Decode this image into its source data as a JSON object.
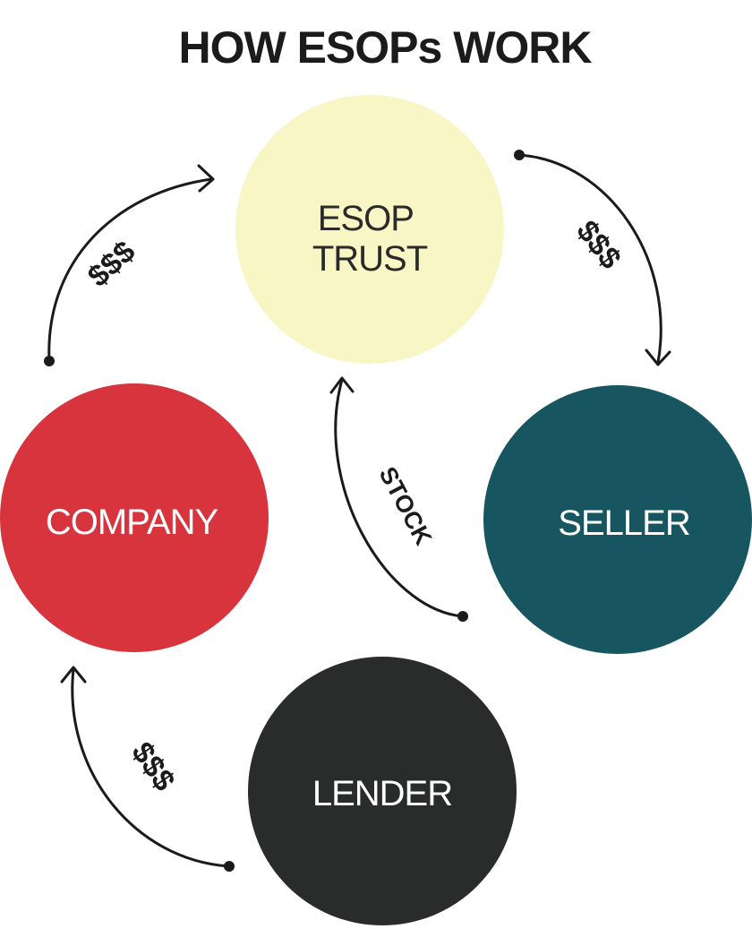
{
  "title": "HOW ESOPs WORK",
  "nodes": {
    "esop_trust": {
      "line1": "ESOP",
      "line2": "TRUST",
      "fill": "#f8f6c4",
      "text_color": "#2a2a2a"
    },
    "company": {
      "label": "COMPANY",
      "fill": "#d7343d",
      "text_color": "#ffffff"
    },
    "seller": {
      "label": "SELLER",
      "fill": "#175660",
      "text_color": "#ffffff"
    },
    "lender": {
      "label": "LENDER",
      "fill": "#2a2c2b",
      "text_color": "#ffffff"
    }
  },
  "flows": {
    "company_to_trust": "$$$",
    "trust_to_seller": "$$$",
    "seller_to_trust": "STOCK",
    "lender_to_company": "$$$"
  }
}
